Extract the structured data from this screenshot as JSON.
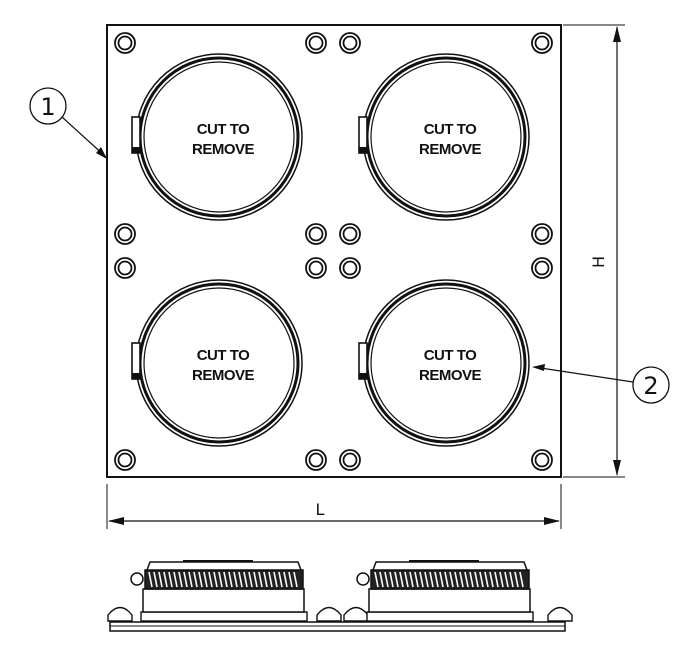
{
  "drawing": {
    "cut_label_line1": "CUT TO",
    "cut_label_line2": "REMOVE",
    "callouts": [
      "1",
      "2"
    ],
    "dimension_height": "H",
    "dimension_length": "L",
    "panel_count": 4
  }
}
